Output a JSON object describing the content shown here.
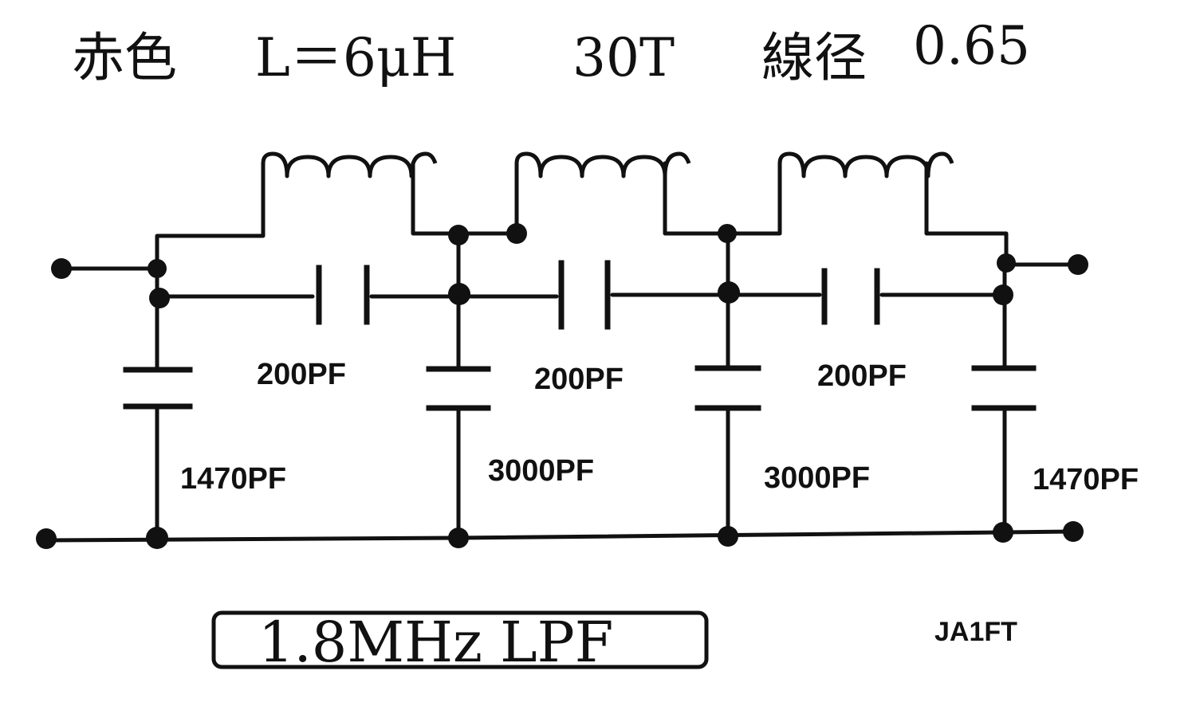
{
  "title": {
    "color": "赤色",
    "inductance": "L＝6μH",
    "turns": "30T",
    "wire_label": "線径",
    "wire_value": "0.65"
  },
  "capacitors": {
    "series": [
      "200PF",
      "200PF",
      "200PF"
    ],
    "shunt": [
      "1470PF",
      "3000PF",
      "3000PF",
      "1470PF"
    ]
  },
  "footer": {
    "name": "1.8MHz LPF",
    "author": "JA1FT"
  }
}
